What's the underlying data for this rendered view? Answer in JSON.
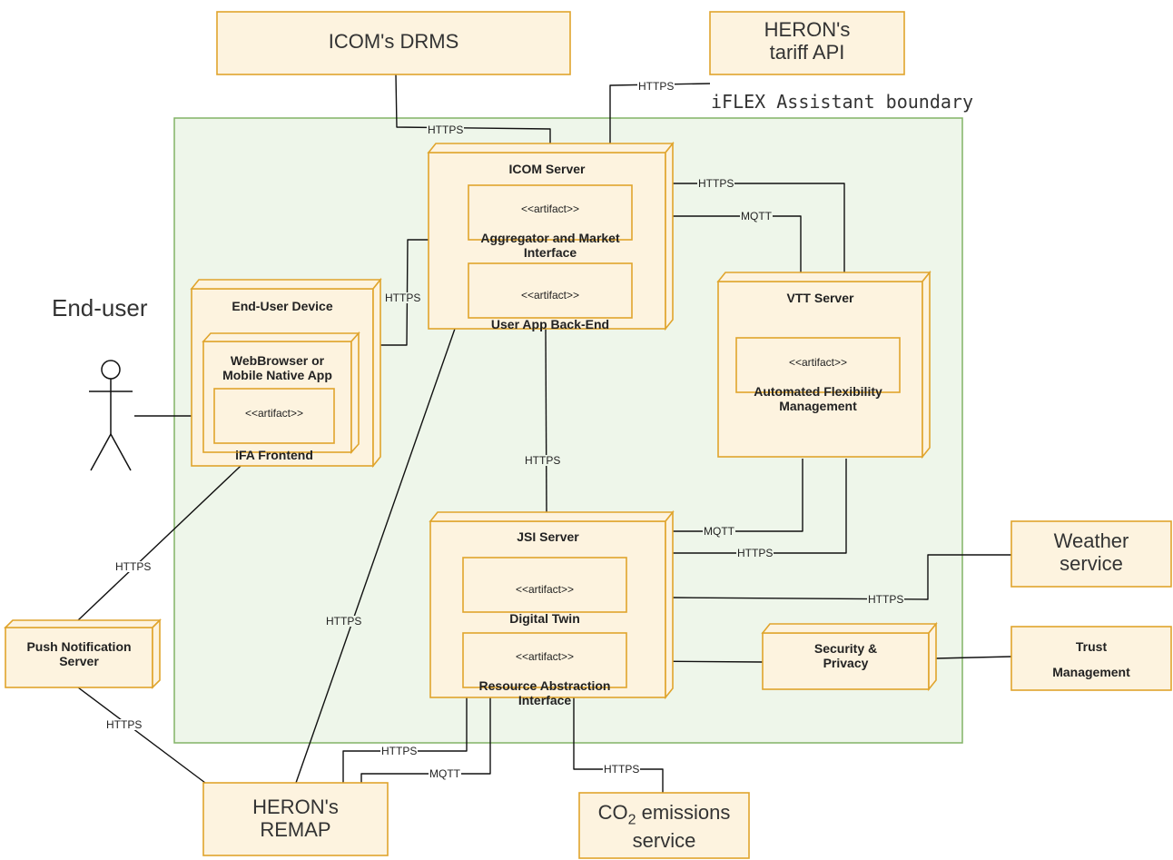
{
  "boundary": {
    "label": "iFLEX Assistant boundary"
  },
  "actor": {
    "label": "End-user"
  },
  "nodes": {
    "icom_drms": "ICOM's DRMS",
    "heron_tariff": "HERON's\ntariff API",
    "icom_server": {
      "title": "ICOM Server",
      "artifacts": [
        {
          "stereotype": "<<artifact>>",
          "name": "Aggregator and Market\nInterface"
        },
        {
          "stereotype": "<<artifact>>",
          "name": "User App Back-End"
        }
      ]
    },
    "end_user_device": {
      "title": "End-User Device",
      "browser": "WebBrowser or\nMobile Native App",
      "artifact": {
        "stereotype": "<<artifact>>",
        "name": "iFA Frontend"
      }
    },
    "vtt_server": {
      "title": "VTT Server",
      "artifact": {
        "stereotype": "<<artifact>>",
        "name": "Automated Flexibility\nManagement"
      }
    },
    "jsi_server": {
      "title": "JSI Server",
      "artifacts": [
        {
          "stereotype": "<<artifact>>",
          "name": "Digital Twin"
        },
        {
          "stereotype": "<<artifact>>",
          "name": "Resource Abstraction\nInterface"
        }
      ]
    },
    "security_privacy": "Security &\nPrivacy",
    "weather": "Weather\nservice",
    "trust": "Trust\n\nManagement",
    "push": "Push Notification\nServer",
    "heron_remap": "HERON's\nREMAP",
    "co2": {
      "prefix": "CO",
      "sub": "2",
      "suffix": " emissions\nservice"
    }
  },
  "connections": [
    {
      "id": "drms-icom",
      "label": "HTTPS"
    },
    {
      "id": "tariff-icom",
      "label": "HTTPS"
    },
    {
      "id": "icom-vtt-https",
      "label": "HTTPS"
    },
    {
      "id": "icom-vtt-mqtt",
      "label": "MQTT"
    },
    {
      "id": "device-icom",
      "label": "HTTPS"
    },
    {
      "id": "icom-jsi",
      "label": "HTTPS"
    },
    {
      "id": "jsi-vtt-mqtt",
      "label": "MQTT"
    },
    {
      "id": "jsi-vtt-https",
      "label": "HTTPS"
    },
    {
      "id": "jsi-weather",
      "label": "HTTPS"
    },
    {
      "id": "device-push",
      "label": "HTTPS"
    },
    {
      "id": "remap-icom",
      "label": "HTTPS"
    },
    {
      "id": "push-remap",
      "label": "HTTPS"
    },
    {
      "id": "remap-jsi-https",
      "label": "HTTPS"
    },
    {
      "id": "remap-jsi-mqtt",
      "label": "MQTT"
    },
    {
      "id": "jsi-co2",
      "label": "HTTPS"
    }
  ],
  "colors": {
    "node_fill": "#fdf3df",
    "node_stroke": "#e0a42c",
    "boundary_fill": "#eef6ea",
    "boundary_stroke": "#82b366",
    "line": "#111111"
  }
}
